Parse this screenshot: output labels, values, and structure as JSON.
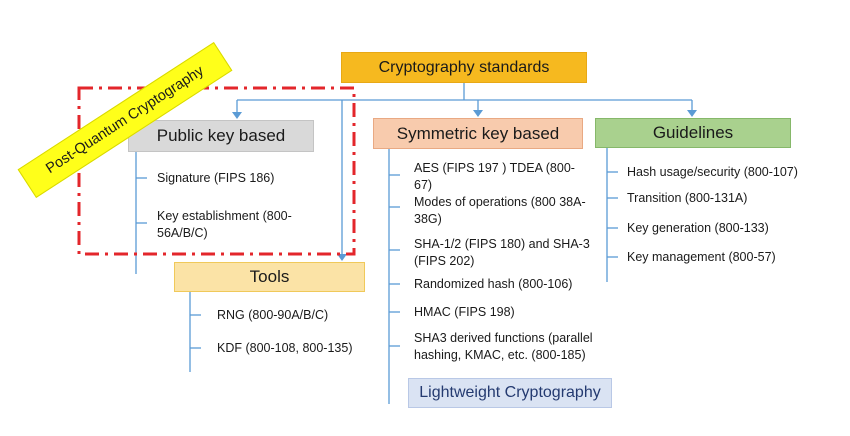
{
  "root": {
    "label": "Cryptography standards"
  },
  "public_key": {
    "label": "Public key based",
    "items": [
      "Signature (FIPS 186)",
      "Key establishment (800-56A/B/C)"
    ]
  },
  "symmetric_key": {
    "label": "Symmetric key based",
    "items": [
      "AES  (FIPS 197 ) TDEA (800-67)",
      "Modes  of operations (800 38A-38G)",
      "SHA-1/2 (FIPS 180) and SHA-3 (FIPS 202)",
      "Randomized hash (800-106)",
      "HMAC (FIPS 198)",
      "SHA3 derived functions (parallel hashing, KMAC, etc. (800-185)"
    ]
  },
  "guidelines": {
    "label": "Guidelines",
    "items": [
      "Hash usage/security (800-107)",
      "Transition  (800-131A)",
      "Key generation (800-133)",
      "Key management (800-57)"
    ]
  },
  "tools": {
    "label": "Tools",
    "items": [
      "RNG (800-90A/B/C)",
      "KDF (800-108, 800-135)"
    ]
  },
  "lightweight": {
    "label": "Lightweight Cryptography"
  },
  "pqc_badge": {
    "label": "Post-Quantum Cryptography"
  },
  "colors": {
    "connector": "#5b9bd5",
    "dashed_frame": "#e3262b",
    "root_fill": "#f6b91f",
    "public_key_fill": "#d9d9d9",
    "symmetric_fill": "#f8cbad",
    "guidelines_fill": "#a9d18e",
    "tools_fill": "#fbe3a6",
    "lightweight_fill": "#dae3f3",
    "badge_fill": "#ffff1a"
  }
}
